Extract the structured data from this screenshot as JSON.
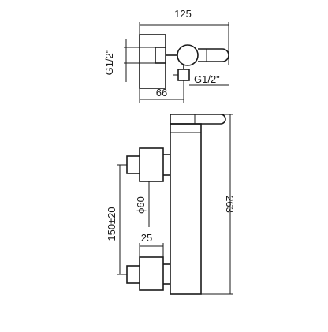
{
  "dimensions": {
    "top_width": "125",
    "inlet_thread_vertical": "G1/2\"",
    "inlet_thread_horizontal": "G1/2\"",
    "projection": "66",
    "total_height": "263",
    "centre_distance": "150±20",
    "diameter": "ϕ60",
    "connection_width": "25"
  },
  "colors": {
    "line": "#1a1a1a",
    "background": "#ffffff"
  }
}
